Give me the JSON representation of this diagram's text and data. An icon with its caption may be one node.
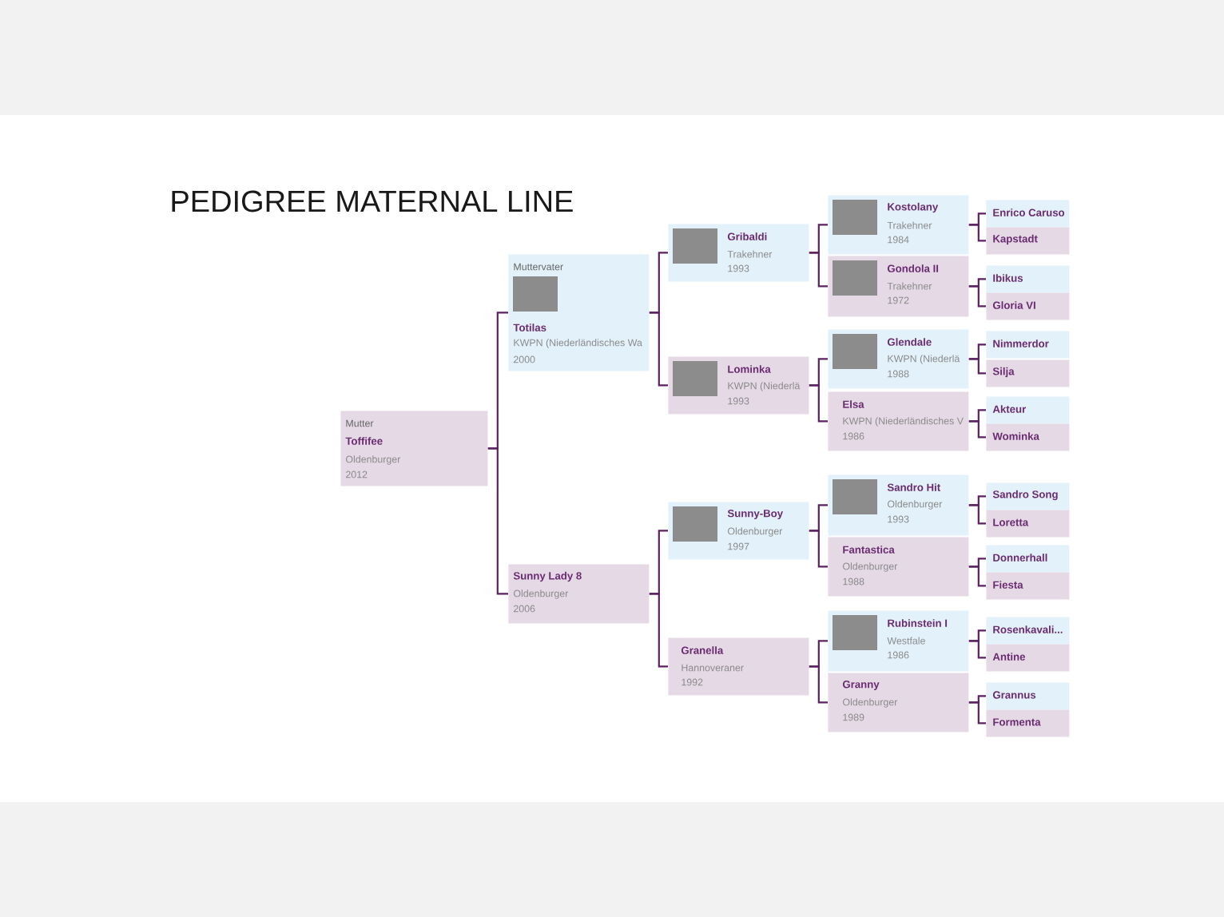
{
  "diagram": {
    "title": "PEDIGREE MATERNAL LINE",
    "nodes": [
      {
        "text": [
          "Mutter",
          "Toffifee",
          "Oldenburger",
          "2012"
        ]
      },
      {
        "text": [
          "Muttervater",
          "Totilas",
          "KWPN (Niederländisches Wa",
          "2000"
        ]
      },
      {
        "text": [
          "Sunny Lady 8",
          "Oldenburger",
          "2006"
        ]
      },
      {
        "text": [
          "Gribaldi",
          "Trakehner",
          "1993"
        ]
      },
      {
        "text": [
          "Lominka",
          "KWPN (Niederlä",
          "1993"
        ]
      },
      {
        "text": [
          "Sunny-Boy",
          "Oldenburger",
          "1997"
        ]
      },
      {
        "text": [
          "Granella",
          "Hannoveraner",
          "1992"
        ]
      },
      {
        "text": [
          "Kostolany",
          "Trakehner",
          "1984"
        ]
      },
      {
        "text": [
          "Gondola II",
          "Trakehner",
          "1972"
        ]
      },
      {
        "text": [
          "Glendale",
          "KWPN (Niederlä",
          "1988"
        ]
      },
      {
        "text": [
          "Elsa",
          "KWPN (Niederländisches V",
          "1986"
        ]
      },
      {
        "text": [
          "Sandro Hit",
          "Oldenburger",
          "1993"
        ]
      },
      {
        "text": [
          "Fantastica",
          "Oldenburger",
          "1988"
        ]
      },
      {
        "text": [
          "Rubinstein I",
          "Westfale",
          "1986"
        ]
      },
      {
        "text": [
          "Granny",
          "Oldenburger",
          "1989"
        ]
      },
      {
        "text": [
          "Enrico Caruso"
        ]
      },
      {
        "text": [
          "Kapstadt"
        ]
      },
      {
        "text": [
          "Ibikus"
        ]
      },
      {
        "text": [
          "Gloria VI"
        ]
      },
      {
        "text": [
          "Nimmerdor"
        ]
      },
      {
        "text": [
          "Silja"
        ]
      },
      {
        "text": [
          "Akteur"
        ]
      },
      {
        "text": [
          "Wominka"
        ]
      },
      {
        "text": [
          "Sandro Song"
        ]
      },
      {
        "text": [
          "Loretta"
        ]
      },
      {
        "text": [
          "Donnerhall"
        ]
      },
      {
        "text": [
          "Fiesta"
        ]
      },
      {
        "text": [
          "Rosenkavali..."
        ]
      },
      {
        "text": [
          "Antine"
        ]
      },
      {
        "text": [
          "Grannus"
        ]
      },
      {
        "text": [
          "Formenta"
        ]
      }
    ],
    "edges": [
      {
        "from": 0,
        "to": 1,
        "arrow": "none"
      },
      {
        "from": 0,
        "to": 2,
        "arrow": "none"
      },
      {
        "from": 1,
        "to": 3,
        "arrow": "none"
      },
      {
        "from": 1,
        "to": 4,
        "arrow": "none"
      },
      {
        "from": 2,
        "to": 5,
        "arrow": "none"
      },
      {
        "from": 2,
        "to": 6,
        "arrow": "none"
      },
      {
        "from": 3,
        "to": 7,
        "arrow": "none"
      },
      {
        "from": 3,
        "to": 8,
        "arrow": "none"
      },
      {
        "from": 4,
        "to": 9,
        "arrow": "none"
      },
      {
        "from": 4,
        "to": 10,
        "arrow": "none"
      },
      {
        "from": 5,
        "to": 11,
        "arrow": "none"
      },
      {
        "from": 5,
        "to": 12,
        "arrow": "none"
      },
      {
        "from": 6,
        "to": 13,
        "arrow": "none"
      },
      {
        "from": 6,
        "to": 14,
        "arrow": "none"
      },
      {
        "from": 7,
        "to": 15,
        "arrow": "none"
      },
      {
        "from": 7,
        "to": 16,
        "arrow": "none"
      },
      {
        "from": 8,
        "to": 17,
        "arrow": "none"
      },
      {
        "from": 8,
        "to": 18,
        "arrow": "none"
      },
      {
        "from": 9,
        "to": 19,
        "arrow": "none"
      },
      {
        "from": 9,
        "to": 20,
        "arrow": "none"
      },
      {
        "from": 10,
        "to": 21,
        "arrow": "none"
      },
      {
        "from": 10,
        "to": 22,
        "arrow": "none"
      },
      {
        "from": 11,
        "to": 23,
        "arrow": "none"
      },
      {
        "from": 11,
        "to": 24,
        "arrow": "none"
      },
      {
        "from": 12,
        "to": 25,
        "arrow": "none"
      },
      {
        "from": 12,
        "to": 26,
        "arrow": "none"
      },
      {
        "from": 13,
        "to": 27,
        "arrow": "none"
      },
      {
        "from": 13,
        "to": 28,
        "arrow": "none"
      },
      {
        "from": 14,
        "to": 29,
        "arrow": "none"
      },
      {
        "from": 14,
        "to": 30,
        "arrow": "none"
      }
    ]
  }
}
